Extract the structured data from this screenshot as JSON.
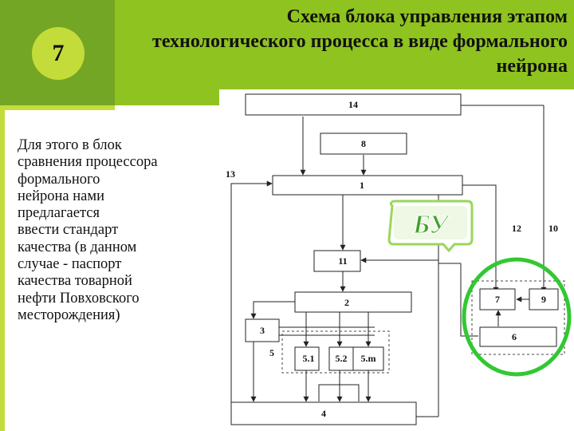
{
  "slide": {
    "number": "7"
  },
  "title": {
    "line1": "Схема блока управления этапом",
    "line2": "технологического процесса в виде формального",
    "line3": "нейрона"
  },
  "body_text": {
    "lines": [
      "Для этого в блок",
      "сравнения процессора",
      "формального",
      "нейрона  нами",
      "предлагается",
      "ввести стандарт",
      "качества (в данном",
      "случае - паспорт",
      "качества товарной",
      "нефти Повховского",
      "месторождения)"
    ]
  },
  "diagram": {
    "blocks": {
      "b14": "14",
      "b8": "8",
      "b1": "1",
      "b11": "11",
      "b2": "2",
      "b3": "3",
      "b51": "5.1",
      "b52": "5.2",
      "b5m": "5.m",
      "b4": "4",
      "b7": "7",
      "b9": "9",
      "b6": "6"
    },
    "line_labels": {
      "l13": "13",
      "l12": "12",
      "l10": "10",
      "l5": "5"
    },
    "badge": "БУ",
    "colors": {
      "highlight_ring": "#32c832",
      "badge_green": "#3fa32a"
    }
  }
}
